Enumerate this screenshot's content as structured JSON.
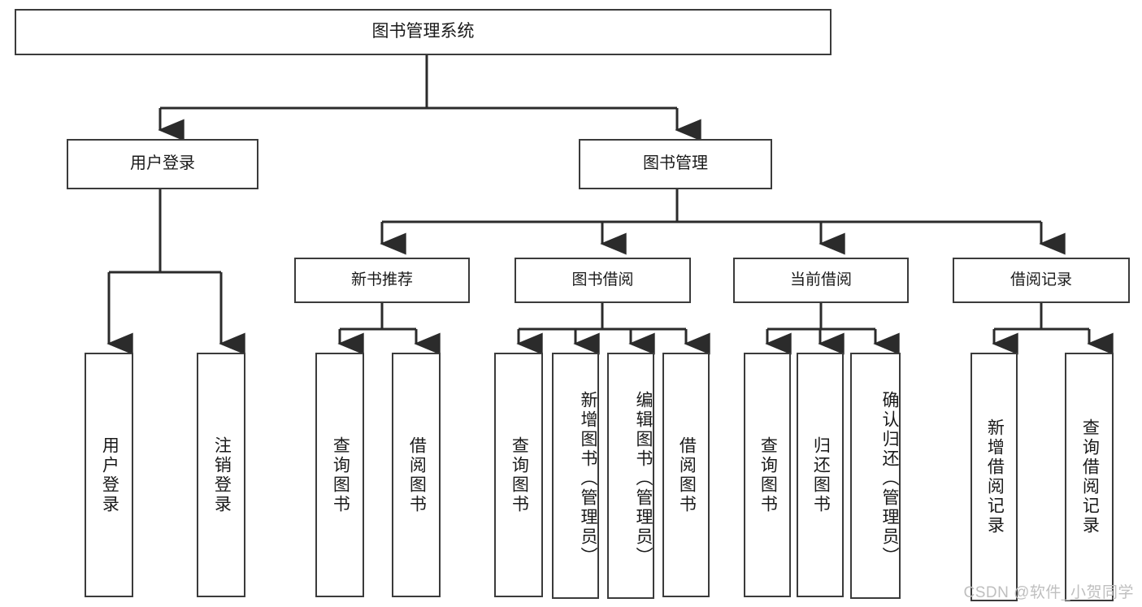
{
  "diagram": {
    "type": "tree",
    "title": "图书管理系统",
    "watermark": "CSDN @软件_小贺同学",
    "colors": {
      "box_border": "#3b3b3b",
      "box_fill": "#ffffff",
      "connector": "#2b2b2b",
      "text": "#1a1a1a",
      "watermark": "#bfbfbf"
    },
    "root": {
      "label": "图书管理系统"
    },
    "level2": [
      {
        "label": "用户登录"
      },
      {
        "label": "图书管理"
      }
    ],
    "level3": [
      {
        "label": "新书推荐"
      },
      {
        "label": "图书借阅"
      },
      {
        "label": "当前借阅"
      },
      {
        "label": "借阅记录"
      }
    ],
    "leaves": {
      "user_login": [
        {
          "label": "用户登录"
        },
        {
          "label": "注销登录"
        }
      ],
      "new_book_recommend": [
        {
          "label": "查询图书"
        },
        {
          "label": "借阅图书"
        }
      ],
      "book_borrow": [
        {
          "label": "查询图书"
        },
        {
          "label": "新增图书（管理员）"
        },
        {
          "label": "编辑图书（管理员）"
        },
        {
          "label": "借阅图书"
        }
      ],
      "current_borrow": [
        {
          "label": "查询图书"
        },
        {
          "label": "归还图书"
        },
        {
          "label": "确认归还（管理员）"
        }
      ],
      "borrow_record": [
        {
          "label": "新增借阅记录"
        },
        {
          "label": "查询借阅记录"
        }
      ]
    }
  }
}
